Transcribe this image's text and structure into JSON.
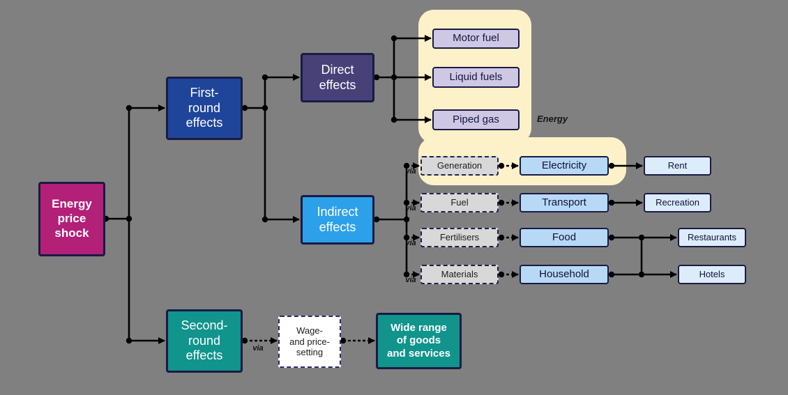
{
  "colors": {
    "background": "#808080",
    "magenta": "#b32078",
    "dark_blue": "#1e459a",
    "teal": "#10948c",
    "indigo": "#474178",
    "bright_blue": "#2da0ea",
    "lavender": "#cec8e4",
    "light_blue": "#b7d9f6",
    "pale_blue": "#dcecfb",
    "gray_box": "#d8d8d8",
    "highlight": "#fdf1c9",
    "navy_border": "#1a1a45",
    "line": "#000000"
  },
  "nodes": {
    "energy_price_shock": "Energy\nprice\nshock",
    "first_round_effects": "First-\nround\neffects",
    "second_round_effects": "Second-\nround\neffects",
    "direct_effects": "Direct\neffects",
    "indirect_effects": "Indirect\neffects",
    "motor_fuel": "Motor fuel",
    "liquid_fuels": "Liquid fuels",
    "piped_gas": "Piped gas",
    "generation": "Generation",
    "fuel": "Fuel",
    "fertilisers": "Fertilisers",
    "materials": "Materials",
    "electricity": "Electricity",
    "transport": "Transport",
    "food": "Food",
    "household": "Household",
    "rent": "Rent",
    "recreation": "Recreation",
    "restaurants": "Restaurants",
    "hotels": "Hotels",
    "wage_price_setting": "Wage-\nand price-\nsetting",
    "wide_range": "Wide range\nof goods\nand services"
  },
  "labels": {
    "via": "via",
    "energy_group": "Energy"
  },
  "group": {
    "label": "Energy",
    "members": [
      "motor_fuel",
      "liquid_fuels",
      "piped_gas",
      "electricity"
    ]
  },
  "edges": [
    {
      "from": "energy_price_shock",
      "to": "first_round_effects",
      "style": "solid"
    },
    {
      "from": "energy_price_shock",
      "to": "second_round_effects",
      "style": "solid"
    },
    {
      "from": "first_round_effects",
      "to": "direct_effects",
      "style": "solid"
    },
    {
      "from": "first_round_effects",
      "to": "indirect_effects",
      "style": "solid"
    },
    {
      "from": "direct_effects",
      "to": "motor_fuel",
      "style": "solid"
    },
    {
      "from": "direct_effects",
      "to": "liquid_fuels",
      "style": "solid"
    },
    {
      "from": "direct_effects",
      "to": "piped_gas",
      "style": "solid"
    },
    {
      "from": "indirect_effects",
      "to": "generation",
      "style": "dashed",
      "label": "via"
    },
    {
      "from": "indirect_effects",
      "to": "fuel",
      "style": "dashed",
      "label": "via"
    },
    {
      "from": "indirect_effects",
      "to": "fertilisers",
      "style": "dashed",
      "label": "via"
    },
    {
      "from": "indirect_effects",
      "to": "materials",
      "style": "dashed",
      "label": "via"
    },
    {
      "from": "generation",
      "to": "electricity",
      "style": "dashed"
    },
    {
      "from": "fuel",
      "to": "transport",
      "style": "dashed"
    },
    {
      "from": "fertilisers",
      "to": "food",
      "style": "dashed"
    },
    {
      "from": "materials",
      "to": "household",
      "style": "dashed"
    },
    {
      "from": "electricity",
      "to": "rent",
      "style": "solid"
    },
    {
      "from": "transport",
      "to": "recreation",
      "style": "solid"
    },
    {
      "from": "food",
      "to": "restaurants",
      "style": "solid"
    },
    {
      "from": "food",
      "to": "hotels",
      "style": "solid"
    },
    {
      "from": "household",
      "to": "restaurants",
      "style": "solid"
    },
    {
      "from": "household",
      "to": "hotels",
      "style": "solid"
    },
    {
      "from": "second_round_effects",
      "to": "wage_price_setting",
      "style": "dashed",
      "label": "via"
    },
    {
      "from": "wage_price_setting",
      "to": "wide_range",
      "style": "dashed"
    }
  ]
}
